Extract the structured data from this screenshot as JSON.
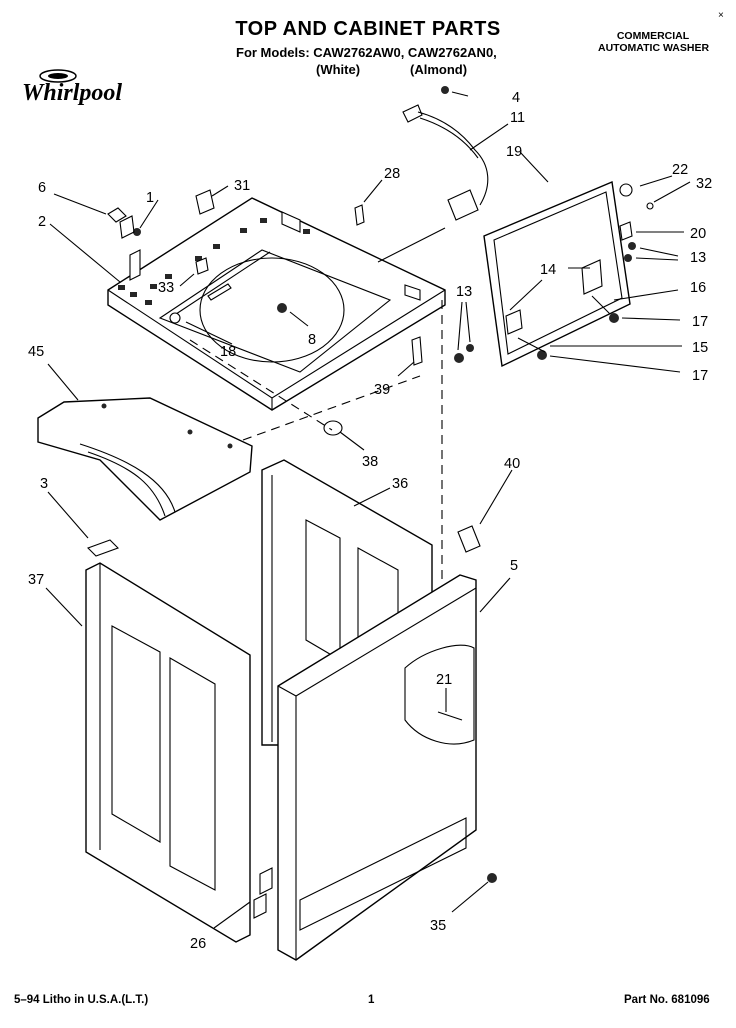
{
  "header": {
    "title": "TOP AND CABINET PARTS",
    "models": "For Models: CAW2762AW0, CAW2762AN0,",
    "variant_white": "(White)",
    "variant_almond": "(Almond)",
    "product_type_line1": "COMMERCIAL",
    "product_type_line2": "AUTOMATIC WASHER",
    "corner_mark": "×"
  },
  "brand": {
    "logo_text": "Whirlpool"
  },
  "callouts": [
    "1",
    "2",
    "3",
    "4",
    "5",
    "6",
    "8",
    "11",
    "13",
    "13",
    "14",
    "15",
    "16",
    "17",
    "17",
    "18",
    "19",
    "20",
    "21",
    "22",
    "26",
    "28",
    "31",
    "32",
    "33",
    "35",
    "36",
    "37",
    "38",
    "39",
    "40",
    "45"
  ],
  "footer": {
    "litho": "5–94 Litho in U.S.A.(L.T.)",
    "page": "1",
    "part_no": "Part No. 681096"
  }
}
